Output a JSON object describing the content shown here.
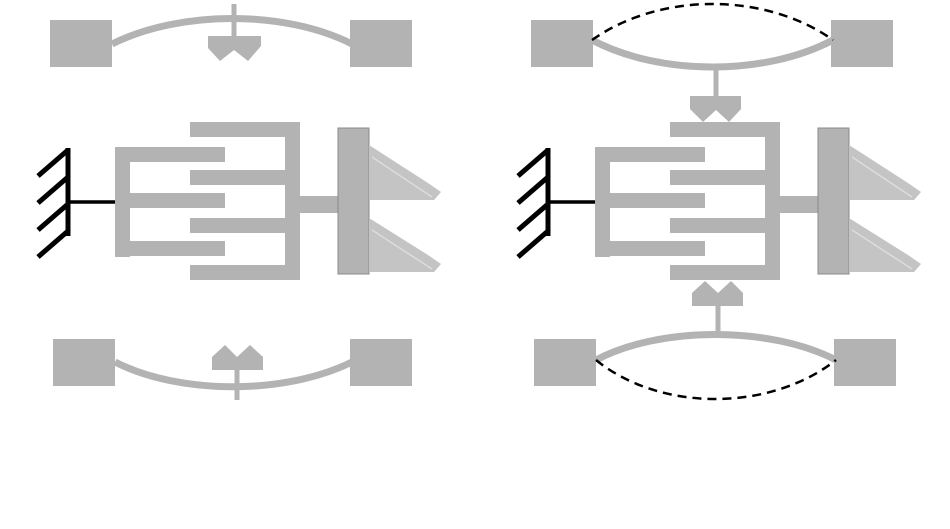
{
  "colors": {
    "structure": "#b3b3b3",
    "structure_edge": "#8a8a8a",
    "tooth": "#c4c4c4",
    "tooth_highlight": "#dcdcdc",
    "anchor": "#000000",
    "deflected": "#000000",
    "background": "#ffffff"
  },
  "panels": [
    {
      "id": "left",
      "state": "open",
      "latched": false
    },
    {
      "id": "right",
      "state": "engaged",
      "latched": true
    }
  ]
}
